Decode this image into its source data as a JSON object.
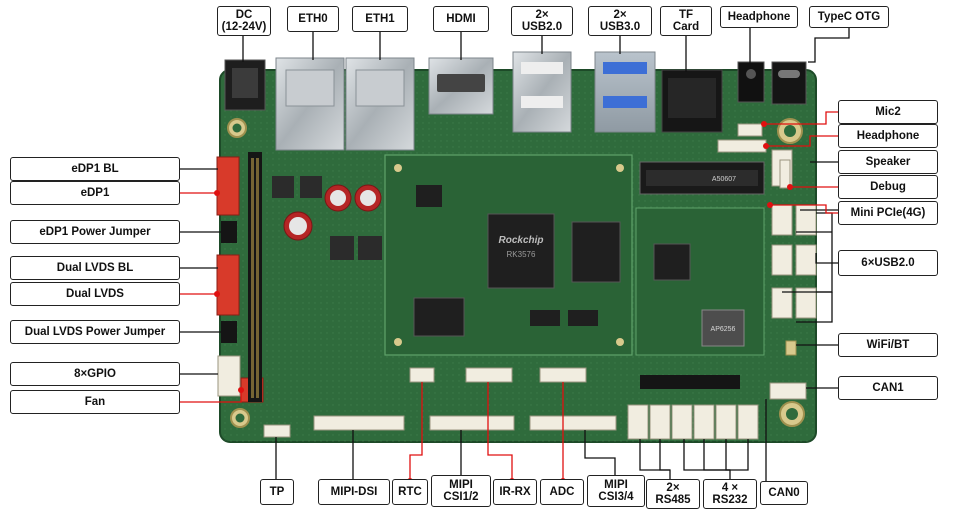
{
  "labels": {
    "dc": "DC\n(12-24V)",
    "eth0": "ETH0",
    "eth1": "ETH1",
    "hdmi": "HDMI",
    "usb20_top": "2×\nUSB2.0",
    "usb30": "2×\nUSB3.0",
    "tf_card": "TF\nCard",
    "headphone_top": "Headphone",
    "typec_otg": "TypeC OTG",
    "edp1_bl": "eDP1 BL",
    "edp1": "eDP1",
    "edp1_power_jumper": "eDP1 Power Jumper",
    "dual_lvds_bl": "Dual LVDS BL",
    "dual_lvds": "Dual LVDS",
    "dual_lvds_power_jumper": "Dual LVDS Power Jumper",
    "gpio": "8×GPIO",
    "fan": "Fan",
    "mic2": "Mic2",
    "headphone_right": "Headphone",
    "speaker": "Speaker",
    "debug": "Debug",
    "mini_pcie": "Mini PCIe(4G)",
    "usb20_right": "6×USB2.0",
    "wifi_bt": "WiFi/BT",
    "can1": "CAN1",
    "tp": "TP",
    "mipi_dsi": "MIPI-DSI",
    "rtc": "RTC",
    "mipi_csi12": "MIPI\nCSI1/2",
    "ir_rx": "IR-RX",
    "adc": "ADC",
    "mipi_csi34": "MIPI\nCSI3/4",
    "rs485": "2×\nRS485",
    "rs232": "4 ×\nRS232",
    "can0": "CAN0"
  },
  "board_marks": {
    "soc_brand": "Rockchip",
    "soc_model": "RK3576",
    "wifi_chip": "AP6256",
    "minipcie_silk": "A50607"
  },
  "colors": {
    "pcb": "#2f6b3c",
    "callout_line_black": "#111111",
    "callout_line_red": "#e01010",
    "connector_red": "#d83a2a",
    "connector_white": "#f1ede0"
  }
}
